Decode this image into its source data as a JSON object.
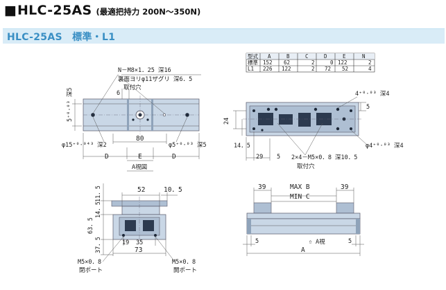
{
  "header": {
    "square": "■",
    "model": "HLC-25AS",
    "subtitle": "(最適把持力 200N〜350N)"
  },
  "band": {
    "title": "HLC-25AS　標準・L1"
  },
  "table": {
    "headers": [
      "型式",
      "A",
      "B",
      "C",
      "D",
      "E",
      "N"
    ],
    "rows": [
      [
        "標準",
        "152",
        "62",
        "2",
        "0",
        "122",
        "2"
      ],
      [
        "L1",
        "226",
        "122",
        "2",
        "72",
        "52",
        "4"
      ]
    ]
  },
  "top_view": {
    "callout_1": "N－M8×1．25 深16",
    "callout_2": "裏面ヨリφ11ザグリ 深6．5",
    "callout_3": "取付穴",
    "dim_6": "6",
    "side_dim": "5⁺⁰·⁰³ 深5",
    "dim_80": "80",
    "left_hole": "φ15⁺⁰·⁰⁴³ 深2",
    "right_hole": "φ5⁺⁰·⁰³ 深5",
    "bottom_d1": "D",
    "bottom_e": "E",
    "bottom_d2": "D",
    "caption": "A視図"
  },
  "plan_view": {
    "pin_note": "4⁺⁰·⁰³ 深4",
    "dim_5": "5",
    "dim_24": "24",
    "dim_14_5": "14．5",
    "dim_29": "29",
    "dim_5b": "5",
    "tap_note": "2×4－M5×0．8 深10．5",
    "tap_caption": "取付穴",
    "pin_note2": "φ4⁺⁰·⁰³ 深4"
  },
  "end_view": {
    "dim_52": "52",
    "dim_10_5": "10．5",
    "dim_11_5": "11．5",
    "dim_14_5": "14．5",
    "dim_63_5": "63．5",
    "dim_37_5": "37．5",
    "dim_19": "19",
    "dim_35": "35",
    "dim_73": "73",
    "port_left": "M5×0．8",
    "port_left_caption": "閉ポート",
    "port_right": "M5×0．8",
    "port_right_caption": "開ポート"
  },
  "side_view": {
    "dim_39_left": "39",
    "max_label": "MAX B",
    "min_label": "MIN C",
    "dim_39_right": "39",
    "dim_5_left": "5",
    "arrow_label": "A視",
    "dim_5_right": "5",
    "dim_a": "A"
  }
}
